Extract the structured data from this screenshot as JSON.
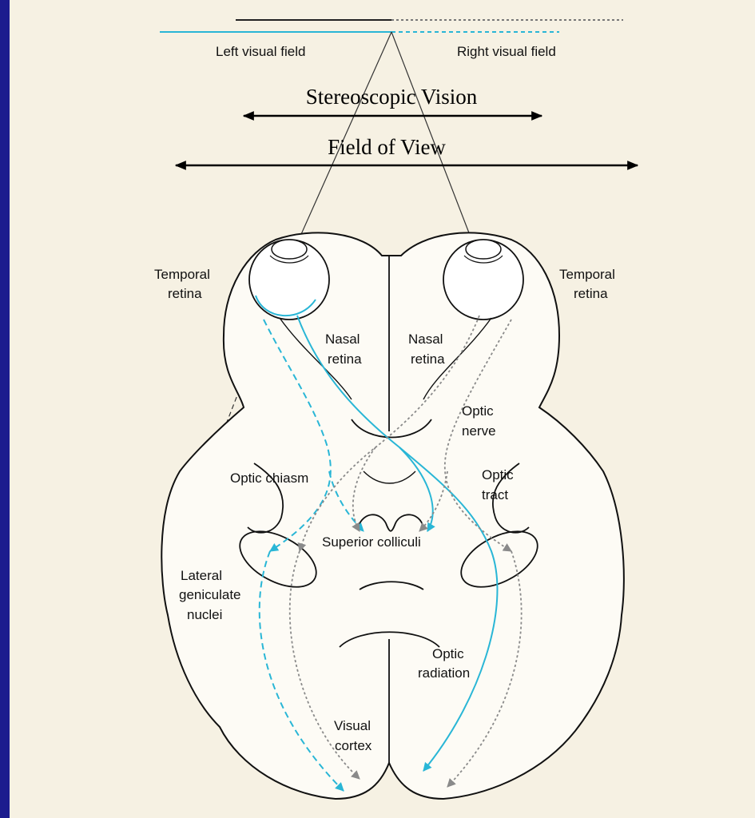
{
  "visual_fields": {
    "left": "Left visual field",
    "right": "Right visual field"
  },
  "arrows": {
    "stereo": "Stereoscopic Vision",
    "fov": "Field of View"
  },
  "labels": {
    "temporal_retina_left": [
      "Temporal",
      "retina"
    ],
    "temporal_retina_right": [
      "Temporal",
      "retina"
    ],
    "nasal_retina_left": [
      "Nasal",
      "retina"
    ],
    "nasal_retina_right": [
      "Nasal",
      "retina"
    ],
    "optic_nerve": [
      "Optic",
      "nerve"
    ],
    "optic_chiasm": "Optic chiasm",
    "optic_tract": [
      "Optic",
      "tract"
    ],
    "superior_colliculi": "Superior colliculi",
    "lateral_geniculate": [
      "Lateral",
      "geniculate",
      "nuclei"
    ],
    "optic_radiation": [
      "Optic",
      "radiation"
    ],
    "visual_cortex": [
      "Visual",
      "cortex"
    ]
  },
  "colors": {
    "cyan": "#29b6d6",
    "gray": "#8a8a8a",
    "outline": "#111111",
    "slide_bg": "#1c1c8e",
    "paper": "#f6f1e3"
  }
}
